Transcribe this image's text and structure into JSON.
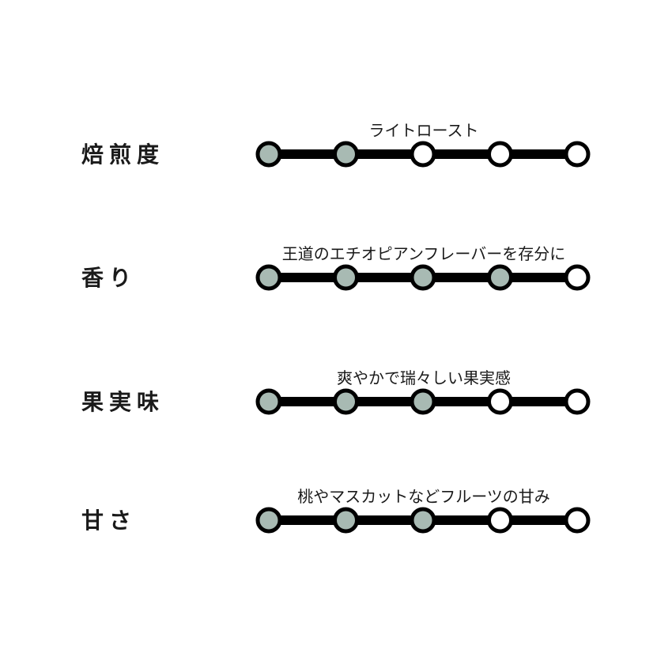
{
  "colors": {
    "filled": "#a8bab3",
    "empty": "#ffffff",
    "line": "#000000"
  },
  "scale_max": 5,
  "rows": [
    {
      "label": "焙煎度",
      "desc": "ライトロースト",
      "level": 2
    },
    {
      "label": "香り",
      "desc": "王道のエチオピアンフレーバーを存分に",
      "level": 4
    },
    {
      "label": "果実味",
      "desc": "爽やかで瑞々しい果実感",
      "level": 3
    },
    {
      "label": "甘さ",
      "desc": "桃やマスカットなどフルーツの甘み",
      "level": 3
    }
  ]
}
